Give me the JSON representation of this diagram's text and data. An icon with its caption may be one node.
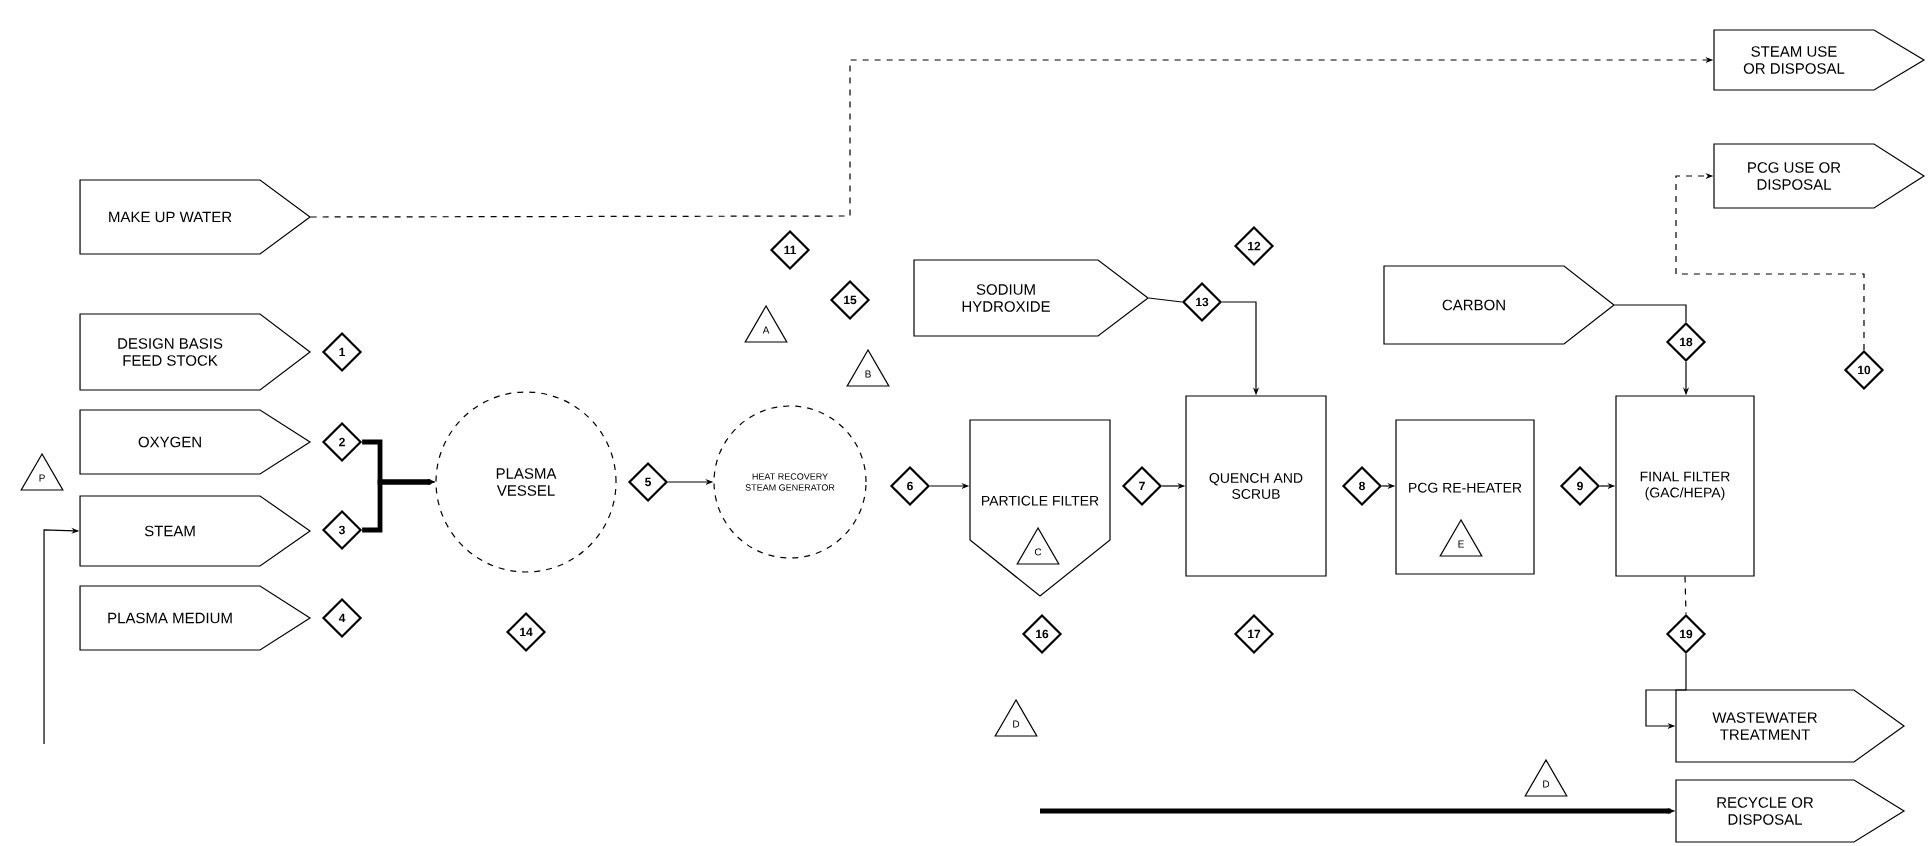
{
  "diagram": {
    "nodes": [
      {
        "text": [
          "MAKE UP WATER"
        ]
      },
      {
        "text": [
          "DESIGN BASIS FEED STOCK"
        ]
      },
      {
        "text": [
          "OXYGEN"
        ]
      },
      {
        "text": [
          "STEAM"
        ]
      },
      {
        "text": [
          "PLASMA MEDIUM"
        ]
      },
      {
        "text": [
          "SODIUM HYDROXIDE"
        ]
      },
      {
        "text": [
          "CARBON"
        ]
      },
      {
        "text": [
          "STEAM USE OR DISPOSAL"
        ]
      },
      {
        "text": [
          "PCG USE OR DISPOSAL"
        ]
      },
      {
        "text": [
          "WASTEWATER TREATMENT"
        ]
      },
      {
        "text": [
          "RECYCLE OR DISPOSAL"
        ]
      },
      {
        "text": [
          "PLASMA VESSEL"
        ]
      },
      {
        "text": [
          "HEAT RECOVERY STEAM GENERATOR"
        ]
      },
      {
        "text": [
          "PARTICLE FILTER"
        ]
      },
      {
        "text": [
          "QUENCH AND SCRUB"
        ]
      },
      {
        "text": [
          "PCG RE-HEATER"
        ]
      },
      {
        "text": [
          "FINAL FILTER (GAC/HEPA)"
        ]
      },
      {
        "text": [
          "1"
        ]
      },
      {
        "text": [
          "2"
        ]
      },
      {
        "text": [
          "3"
        ]
      },
      {
        "text": [
          "4"
        ]
      },
      {
        "text": [
          "5"
        ]
      },
      {
        "text": [
          "6"
        ]
      },
      {
        "text": [
          "7"
        ]
      },
      {
        "text": [
          "8"
        ]
      },
      {
        "text": [
          "9"
        ]
      },
      {
        "text": [
          "10"
        ]
      },
      {
        "text": [
          "11"
        ]
      },
      {
        "text": [
          "12"
        ]
      },
      {
        "text": [
          "13"
        ]
      },
      {
        "text": [
          "14"
        ]
      },
      {
        "text": [
          "15"
        ]
      },
      {
        "text": [
          "16"
        ]
      },
      {
        "text": [
          "17"
        ]
      },
      {
        "text": [
          "18"
        ]
      },
      {
        "text": [
          "19"
        ]
      },
      {
        "text": [
          "P"
        ]
      },
      {
        "text": [
          "A"
        ]
      },
      {
        "text": [
          "B"
        ]
      },
      {
        "text": [
          "C"
        ],
        "in": 13
      },
      {
        "text": [
          "E"
        ],
        "in": 15
      },
      {
        "text": [
          "D"
        ]
      },
      {
        "text": [
          "D"
        ]
      }
    ],
    "edges": [
      {
        "from": 0,
        "to": 7,
        "arrow": "to",
        "style": "dashed"
      },
      {
        "from": 18,
        "to": 11,
        "arrow": "to",
        "style": "thick"
      },
      {
        "from": 19,
        "to": 11,
        "arrow": "to",
        "style": "thick"
      },
      {
        "from": 21,
        "to": 12,
        "arrow": "to"
      },
      {
        "from": 22,
        "to": 13,
        "arrow": "to"
      },
      {
        "from": 23,
        "to": 14,
        "arrow": "to"
      },
      {
        "from": 24,
        "to": 15,
        "arrow": "to"
      },
      {
        "from": 25,
        "to": 16,
        "arrow": "to"
      },
      {
        "from": 5,
        "to": 29,
        "arrow": "none"
      },
      {
        "from": 29,
        "to": 14,
        "arrow": "to"
      },
      {
        "from": 6,
        "to": 34,
        "arrow": "none"
      },
      {
        "from": 34,
        "to": 16,
        "arrow": "to"
      },
      {
        "from": 26,
        "to": 8,
        "arrow": "to",
        "style": "dashed"
      },
      {
        "from": 16,
        "to": 35,
        "arrow": "none",
        "style": "dashed"
      },
      {
        "from": 35,
        "to": 9,
        "arrow": "to"
      },
      {
        "from": null,
        "to": 10,
        "arrow": "to",
        "style": "thick"
      },
      {
        "from": null,
        "to": 3,
        "arrow": "to"
      }
    ]
  }
}
